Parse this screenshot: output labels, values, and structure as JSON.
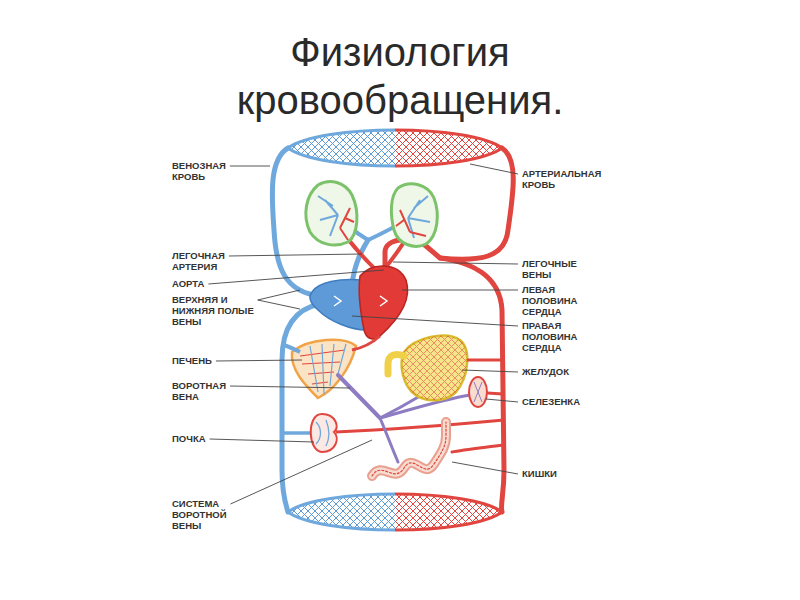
{
  "diagram": {
    "title": "Физиология кровообращения.",
    "labels": [
      "ВЕНОЗНАЯ КРОВЬ",
      "АРТЕРИАЛЬНАЯ КРОВЬ",
      "ЛЕГОЧНАЯ АРТЕРИЯ",
      "ЛЕГОЧНЫЕ ВЕНЫ",
      "АОРТА",
      "ЛЕВАЯ ПОЛОВИНА СЕРДЦА",
      "ВЕРХНЯЯ И НИЖНЯЯ ПОЛЫЕ ВЕНЫ",
      "ПРАВАЯ ПОЛОВИНА СЕРДЦА",
      "ПЕЧЕНЬ",
      "ЖЕЛУДОК",
      "ВОРОТНАЯ ВЕНА",
      "СЕЛЕЗЕНКА",
      "ПОЧКА",
      "КИШКИ",
      "СИСТЕМА ВОРОТНОЙ ВЕНЫ"
    ]
  }
}
